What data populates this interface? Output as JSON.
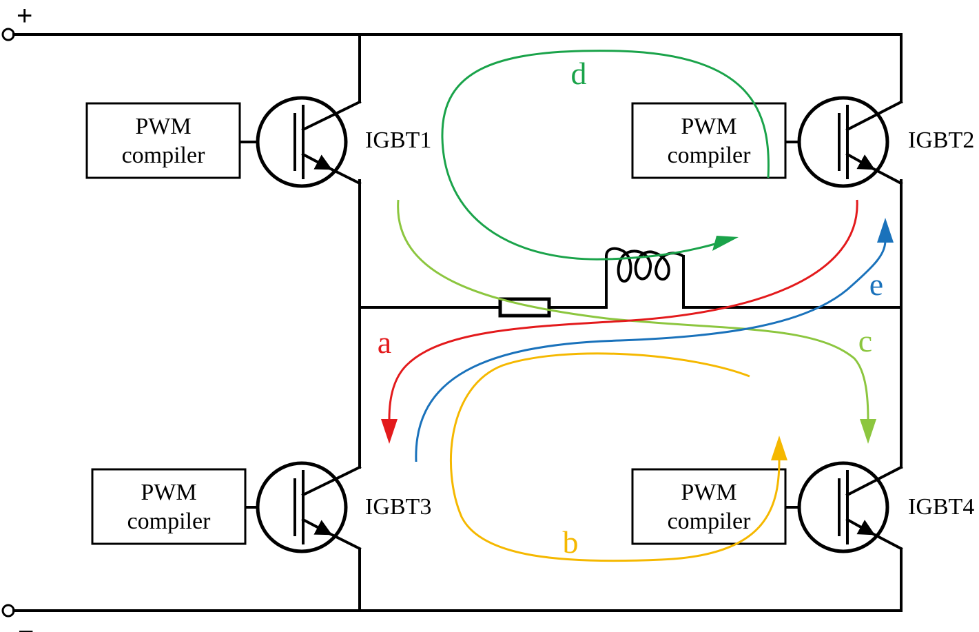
{
  "terminals": {
    "positive": "+",
    "negative": "−"
  },
  "transistors": [
    {
      "label": "IGBT1"
    },
    {
      "label": "IGBT2"
    },
    {
      "label": "IGBT3"
    },
    {
      "label": "IGBT4"
    }
  ],
  "pwm_boxes": [
    {
      "line1": "PWM",
      "line2": "compiler"
    },
    {
      "line1": "PWM",
      "line2": "compiler"
    },
    {
      "line1": "PWM",
      "line2": "compiler"
    },
    {
      "line1": "PWM",
      "line2": "compiler"
    }
  ],
  "current_paths": [
    {
      "label": "a",
      "color": "#e31a1c"
    },
    {
      "label": "b",
      "color": "#f5b800"
    },
    {
      "label": "c",
      "color": "#8cc63f"
    },
    {
      "label": "d",
      "color": "#1aa34a"
    },
    {
      "label": "e",
      "color": "#1a72bb"
    }
  ]
}
